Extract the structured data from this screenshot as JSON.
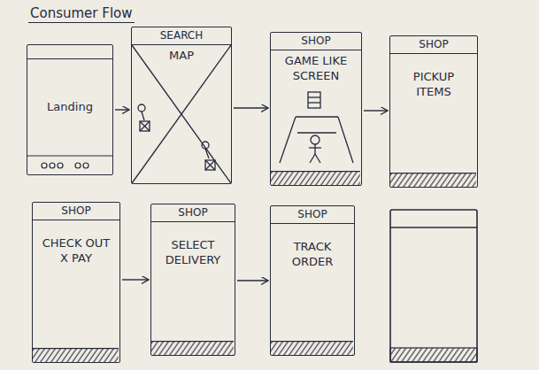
{
  "diagram": {
    "title": "Consumer Flow",
    "nodes": [
      {
        "text": [
          "Landing"
        ]
      },
      {
        "text": [
          "SEARCH",
          "MAP"
        ]
      },
      {
        "text": [
          "SHOP",
          "GAME LIKE SCREEN"
        ]
      },
      {
        "text": [
          "SHOP",
          "PICKUP ITEMS"
        ]
      },
      {
        "text": [
          "SHOP",
          "CHECK OUT X PAY"
        ]
      },
      {
        "text": [
          "SHOP",
          "SELECT DELIVERY"
        ]
      },
      {
        "text": [
          "SHOP",
          "TRACK ORDER"
        ]
      }
    ],
    "edges": [
      {
        "from": 0,
        "to": 1,
        "arrow": "to"
      },
      {
        "from": 1,
        "to": 2,
        "arrow": "to"
      },
      {
        "from": 2,
        "to": 3,
        "arrow": "to"
      },
      {
        "from": 4,
        "to": 5,
        "arrow": "to"
      },
      {
        "from": 5,
        "to": 6,
        "arrow": "to"
      }
    ]
  }
}
